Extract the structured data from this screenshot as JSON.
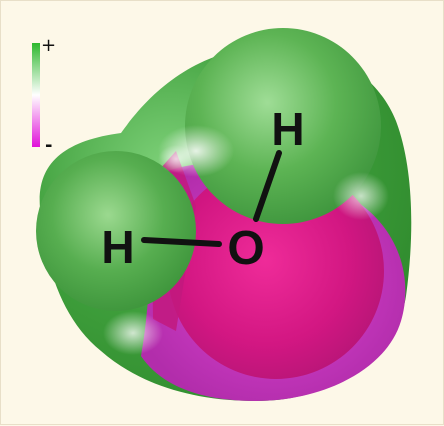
{
  "legend": {
    "positive_label": "+",
    "negative_label": "-",
    "positive_color": "#2db82d",
    "neutral_color": "#ffffff",
    "negative_color": "#e011d9"
  },
  "atoms": {
    "hydrogen_top": "H",
    "hydrogen_left": "H",
    "oxygen": "O"
  },
  "colors": {
    "background": "#fdf8e8",
    "positive_region": "#3aa83a",
    "negative_region": "#d81c9c"
  }
}
